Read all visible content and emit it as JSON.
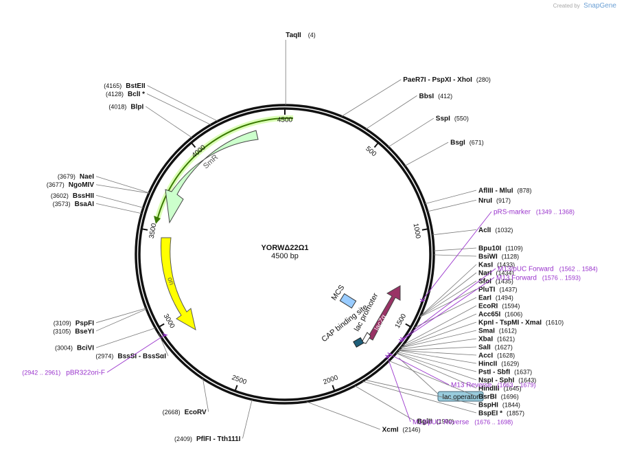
{
  "branding": {
    "created_by": "Created by",
    "app_name": "SnapGene"
  },
  "plasmid": {
    "name": "YORWΔ22Ω1",
    "length_label": "4500 bp",
    "total_bp": 4500
  },
  "ticks": [
    {
      "label": "4500",
      "position": 4500
    },
    {
      "label": "500",
      "position": 500
    },
    {
      "label": "1000",
      "position": 1000
    },
    {
      "label": "1500",
      "position": 1500
    },
    {
      "label": "2000",
      "position": 2000
    },
    {
      "label": "2500",
      "position": 2500
    },
    {
      "label": "3000",
      "position": 3000
    },
    {
      "label": "3500",
      "position": 3500
    },
    {
      "label": "4000",
      "position": 4000
    }
  ],
  "enzymes": [
    {
      "name": "TaqII",
      "position": 4,
      "label_text": "(4)"
    },
    {
      "name": "PaeR7I  - PspXI  - XhoI",
      "position": 280,
      "label_text": "(280)"
    },
    {
      "name": "BbsI",
      "position": 412,
      "label_text": "(412)"
    },
    {
      "name": "SspI",
      "position": 550,
      "label_text": "(550)"
    },
    {
      "name": "BsgI",
      "position": 671,
      "label_text": "(671)"
    },
    {
      "name": "AflIII  - MluI",
      "position": 878,
      "label_text": "(878)"
    },
    {
      "name": "NruI",
      "position": 917,
      "label_text": "(917)"
    },
    {
      "name": "AclI",
      "position": 1032,
      "label_text": "(1032)"
    },
    {
      "name": "Bpu10I",
      "position": 1109,
      "label_text": "(1109)"
    },
    {
      "name": "BsiWI",
      "position": 1128,
      "label_text": "(1128)"
    },
    {
      "name": "KasI",
      "position": 1433,
      "label_text": "(1433)"
    },
    {
      "name": "NarI",
      "position": 1434,
      "label_text": "(1434)"
    },
    {
      "name": "SfoI",
      "position": 1435,
      "label_text": "(1435)"
    },
    {
      "name": "PluTI",
      "position": 1437,
      "label_text": "(1437)"
    },
    {
      "name": "EarI",
      "position": 1494,
      "label_text": "(1494)"
    },
    {
      "name": "EcoRI",
      "position": 1594,
      "label_text": "(1594)"
    },
    {
      "name": "Acc65I",
      "position": 1606,
      "label_text": "(1606)"
    },
    {
      "name": "KpnI  - TspMI  - XmaI",
      "position": 1610,
      "label_text": "(1610)"
    },
    {
      "name": "SmaI",
      "position": 1612,
      "label_text": "(1612)"
    },
    {
      "name": "XbaI",
      "position": 1621,
      "label_text": "(1621)"
    },
    {
      "name": "SalI",
      "position": 1627,
      "label_text": "(1627)"
    },
    {
      "name": "AccI",
      "position": 1628,
      "label_text": "(1628)"
    },
    {
      "name": "HincII",
      "position": 1629,
      "label_text": "(1629)"
    },
    {
      "name": "PstI  - SbfI",
      "position": 1637,
      "label_text": "(1637)"
    },
    {
      "name": "NspI  - SphI",
      "position": 1643,
      "label_text": "(1643)"
    },
    {
      "name": "HindIII",
      "position": 1645,
      "label_text": "(1645)"
    },
    {
      "name": "BsrBI",
      "position": 1696,
      "label_text": "(1696)"
    },
    {
      "name": "BspHI",
      "position": 1844,
      "label_text": "(1844)"
    },
    {
      "name": "BspEI *",
      "position": 1857,
      "label_text": "(1857)"
    },
    {
      "name": "BglII",
      "position": 1900,
      "label_text": "(1900)"
    },
    {
      "name": "XcmI",
      "position": 2146,
      "label_text": "(2146)"
    },
    {
      "name": "PflFI  - Tth111I",
      "position": 2409,
      "label_text": "(2409)"
    },
    {
      "name": "EcoRV",
      "position": 2668,
      "label_text": "(2668)"
    },
    {
      "name": "BssSI  - BssSαI",
      "position": 2974,
      "label_text": "(2974)"
    },
    {
      "name": "BciVI",
      "position": 3004,
      "label_text": "(3004)"
    },
    {
      "name": "BseYI",
      "position": 3105,
      "label_text": "(3105)"
    },
    {
      "name": "PspFI",
      "position": 3109,
      "label_text": "(3109)"
    },
    {
      "name": "BsaAI",
      "position": 3573,
      "label_text": "(3573)"
    },
    {
      "name": "BssHII",
      "position": 3602,
      "label_text": "(3602)"
    },
    {
      "name": "NgoMIV",
      "position": 3677,
      "label_text": "(3677)"
    },
    {
      "name": "NaeI",
      "position": 3679,
      "label_text": "(3679)"
    },
    {
      "name": "BlpI",
      "position": 4018,
      "label_text": "(4018)"
    },
    {
      "name": "BclI *",
      "position": 4128,
      "label_text": "(4128)"
    },
    {
      "name": "BstEII",
      "position": 4165,
      "label_text": "(4165)"
    }
  ],
  "primers": [
    {
      "name": "pRS-marker",
      "range": "(1349 .. 1368)",
      "position": 1358
    },
    {
      "name": "M13/pUC Forward",
      "range": "(1562 .. 1584)",
      "position": 1573
    },
    {
      "name": "M13 Forward",
      "range": "(1576 .. 1593)",
      "position": 1584
    },
    {
      "name": "M13 Reverse",
      "range": "(1663 .. 1679)",
      "position": 1671
    },
    {
      "name": "M13/pUC Reverse",
      "range": "(1676 .. 1698)",
      "position": 1687
    },
    {
      "name": "pBR322ori-F",
      "range": "(2942 .. 2961)",
      "position": 2951
    }
  ],
  "features": [
    {
      "name": "SmR",
      "type": "CDS",
      "color": "#ccffcc"
    },
    {
      "name": "ori",
      "type": "rep_origin",
      "color": "#ffff00"
    },
    {
      "name": "lacZα",
      "type": "CDS",
      "color": "#993366"
    },
    {
      "name": "MCS",
      "type": "misc",
      "color": "#99ccff"
    },
    {
      "name": "lac promoter",
      "type": "promoter",
      "color": "#ffffff"
    },
    {
      "name": "CAP binding site",
      "type": "protein_bind",
      "color": "#1f5f7a"
    },
    {
      "name": "lac operator",
      "type": "protein_bind",
      "color": "#99ccdd"
    }
  ],
  "colors": {
    "backbone": "#111111",
    "enzyme_line": "#666666",
    "primer": "#9933cc",
    "highlight": "#66aa00"
  }
}
